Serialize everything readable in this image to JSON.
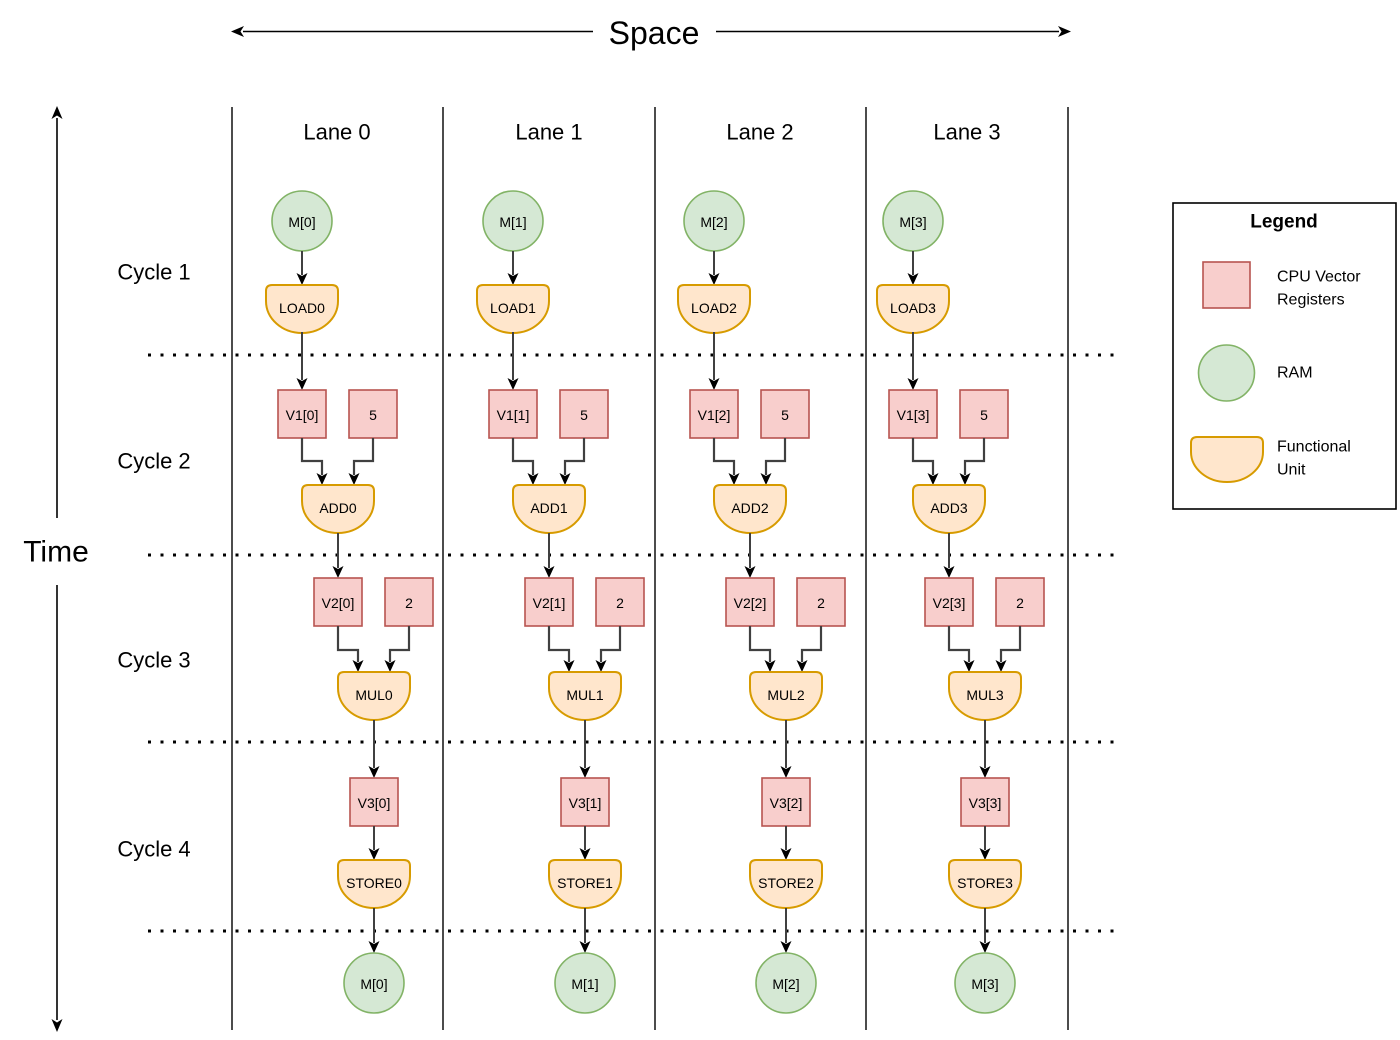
{
  "space_axis": {
    "label": "Space"
  },
  "time_axis": {
    "label": "Time"
  },
  "cycles": [
    {
      "label": "Cycle 1"
    },
    {
      "label": "Cycle 2"
    },
    {
      "label": "Cycle 3"
    },
    {
      "label": "Cycle 4"
    }
  ],
  "lanes": [
    {
      "label": "Lane 0",
      "nodes": {
        "mem_in": "M[0]",
        "load": "LOAD0",
        "v1": "V1[0]",
        "addend": "5",
        "add": "ADD0",
        "v2": "V2[0]",
        "factor": "2",
        "mul": "MUL0",
        "v3": "V3[0]",
        "store": "STORE0",
        "mem_out": "M[0]"
      }
    },
    {
      "label": "Lane 1",
      "nodes": {
        "mem_in": "M[1]",
        "load": "LOAD1",
        "v1": "V1[1]",
        "addend": "5",
        "add": "ADD1",
        "v2": "V2[1]",
        "factor": "2",
        "mul": "MUL1",
        "v3": "V3[1]",
        "store": "STORE1",
        "mem_out": "M[1]"
      }
    },
    {
      "label": "Lane 2",
      "nodes": {
        "mem_in": "M[2]",
        "load": "LOAD2",
        "v1": "V1[2]",
        "addend": "5",
        "add": "ADD2",
        "v2": "V2[2]",
        "factor": "2",
        "mul": "MUL2",
        "v3": "V3[2]",
        "store": "STORE2",
        "mem_out": "M[2]"
      }
    },
    {
      "label": "Lane 3",
      "nodes": {
        "mem_in": "M[3]",
        "load": "LOAD3",
        "v1": "V1[3]",
        "addend": "5",
        "add": "ADD3",
        "v2": "V2[3]",
        "factor": "2",
        "mul": "MUL3",
        "v3": "V3[3]",
        "store": "STORE3",
        "mem_out": "M[3]"
      }
    }
  ],
  "legend": {
    "title": "Legend",
    "items": [
      {
        "icon": "register-square-icon",
        "lines": [
          "CPU Vector",
          "Registers"
        ]
      },
      {
        "icon": "ram-circle-icon",
        "lines": [
          "RAM"
        ]
      },
      {
        "icon": "functional-unit-icon",
        "lines": [
          "Functional",
          "Unit"
        ]
      }
    ]
  },
  "colors": {
    "register_fill": "#f8cecc",
    "register_stroke": "#b85450",
    "ram_fill": "#d5e8d4",
    "ram_stroke": "#82b366",
    "fu_fill": "#ffe6cc",
    "fu_stroke": "#d79b00",
    "connector": "#404040",
    "arrowhead": "#000000",
    "frame": "#000000"
  }
}
